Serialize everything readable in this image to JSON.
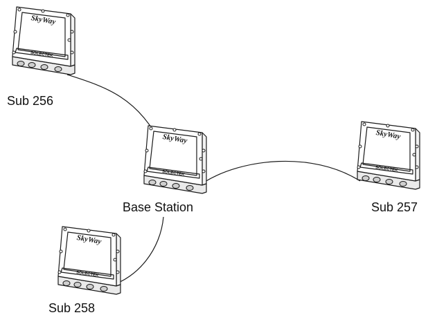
{
  "diagram": {
    "stroke_color": "#1a1a1a",
    "device": {
      "brand": "SkyWay",
      "maker": "SOLECTEK"
    },
    "nodes": [
      {
        "id": "sub256",
        "label": "Sub 256"
      },
      {
        "id": "base",
        "label": "Base Station"
      },
      {
        "id": "sub257",
        "label": "Sub 257"
      },
      {
        "id": "sub258",
        "label": "Sub 258"
      }
    ],
    "links": [
      {
        "from": "sub256",
        "to": "base"
      },
      {
        "from": "base",
        "to": "sub257"
      },
      {
        "from": "base",
        "to": "sub258"
      }
    ]
  }
}
